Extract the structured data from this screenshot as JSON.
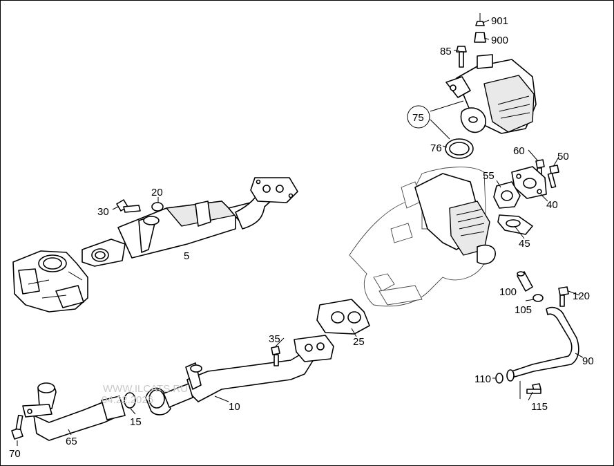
{
  "diagram": {
    "callouts": {
      "c901": "901",
      "c900": "900",
      "c85": "85",
      "c75": "75",
      "c76": "76",
      "c60": "60",
      "c50": "50",
      "c55": "55",
      "c40": "40",
      "c45": "45",
      "c20": "20",
      "c30": "30",
      "c5": "5",
      "c100": "100",
      "c120": "120",
      "c105": "105",
      "c35": "35",
      "c25": "25",
      "c90": "90",
      "c110": "110",
      "c115": "115",
      "c10": "10",
      "c15": "15",
      "c65": "65",
      "c70": "70"
    },
    "watermark_line1": "WWW.ILCATS.RU",
    "watermark_line2": "04.22.2026"
  }
}
